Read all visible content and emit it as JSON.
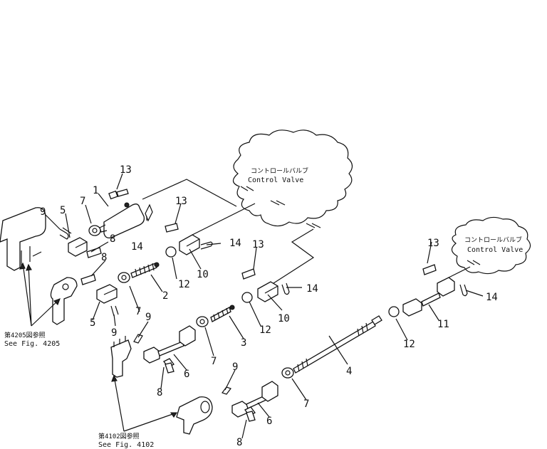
{
  "callouts": [
    "13",
    "1",
    "7",
    "9",
    "5",
    "8",
    "14",
    "13",
    "8",
    "12",
    "10",
    "14",
    "13",
    "2",
    "5",
    "9",
    "7",
    "12",
    "3",
    "10",
    "14",
    "13",
    "11",
    "12",
    "14",
    "9",
    "6",
    "7",
    "4",
    "8",
    "9",
    "6",
    "7",
    "8"
  ],
  "valves": [
    {
      "jp": "コントロールバルブ",
      "en": "Control Valve"
    },
    {
      "jp": "コントロールバルブ",
      "en": "Control Valve"
    }
  ],
  "refs": [
    {
      "jp": "第4205図参照",
      "en": "See Fig. 4205"
    },
    {
      "jp": "第4102図参照",
      "en": "See Fig. 4102"
    }
  ]
}
